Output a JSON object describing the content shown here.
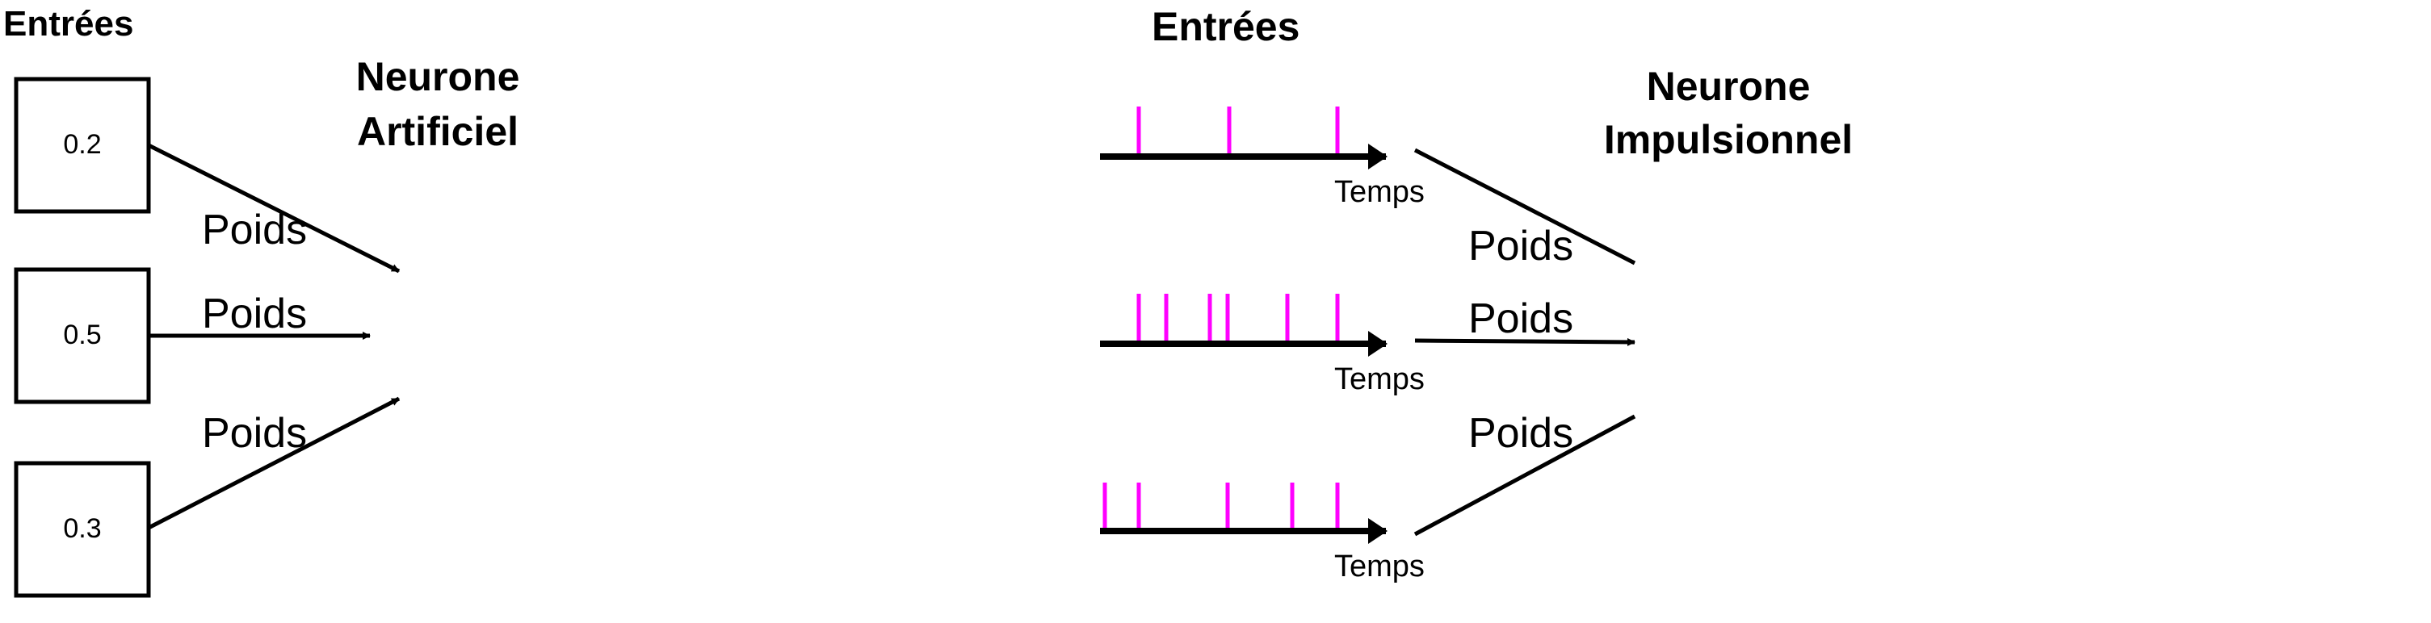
{
  "left_panel": {
    "inputs_title": "Entrées",
    "neuron_title_line1": "Neurone",
    "neuron_title_line2": "Artificiel",
    "inputs": [
      "0.2",
      "0.5",
      "0.3"
    ],
    "weight_labels": [
      "Poids",
      "Poids",
      "Poids"
    ]
  },
  "right_panel": {
    "inputs_title": "Entrées",
    "neuron_title_line1": "Neurone",
    "neuron_title_line2": "Impulsionnel",
    "time_labels": [
      "Temps",
      "Temps",
      "Temps"
    ],
    "weight_labels": [
      "Poids",
      "Poids",
      "Poids"
    ],
    "spike_color": "#ff00ff"
  }
}
